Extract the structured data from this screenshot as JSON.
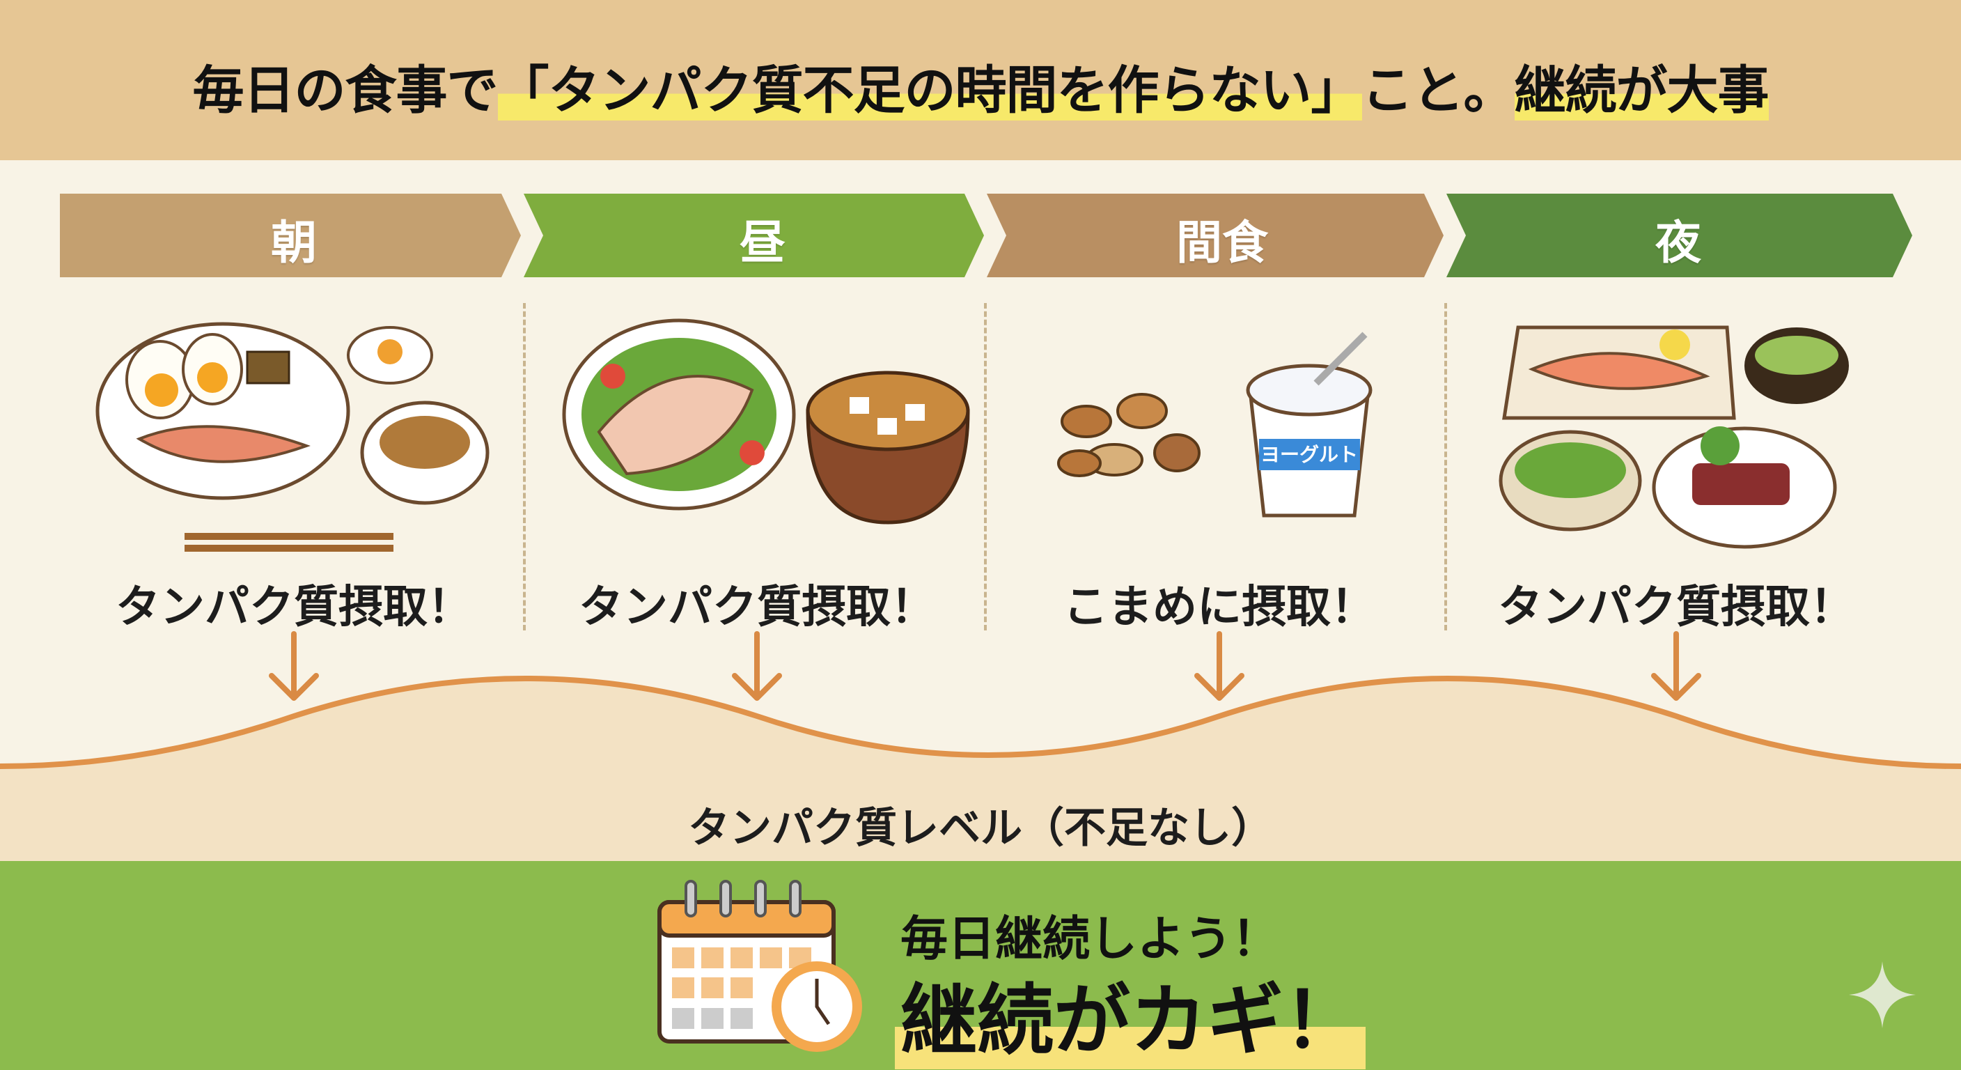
{
  "title": {
    "before": "毎日の食事で",
    "highlight1": "「タンパク質不足の時間を作らない」",
    "middle": "こと。",
    "highlight2": "継続が大事"
  },
  "timeline": [
    {
      "label": "朝",
      "color": "#c4a070",
      "caption": "タンパク質摂取！",
      "foods": [
        "eggs",
        "grilled-salmon",
        "kombu",
        "natto-rice",
        "pickles",
        "chopsticks"
      ]
    },
    {
      "label": "昼",
      "color": "#7fad3e",
      "caption": "タンパク質摂取！",
      "foods": [
        "chicken-salad",
        "miso-soup-tofu"
      ]
    },
    {
      "label": "間食",
      "color": "#b98f62",
      "caption": "こまめに摂取！",
      "foods": [
        "mixed-nuts",
        "yogurt"
      ],
      "yogurt_label": "ヨーグルト"
    },
    {
      "label": "夜",
      "color": "#5b8c3e",
      "caption": "タンパク質摂取！",
      "foods": [
        "grilled-salmon",
        "green-soup",
        "edamame",
        "beef-steak"
      ]
    }
  ],
  "level_label": "タンパク質レベル（不足なし）",
  "footer": {
    "line1": "毎日継続しよう！",
    "line2": "継続がカギ！",
    "icon": "calendar-clock-icon"
  },
  "colors": {
    "header": "#e6c694",
    "footer": "#8cbb4d",
    "wave": "#e0924a",
    "highlight": "#f7e96a"
  }
}
